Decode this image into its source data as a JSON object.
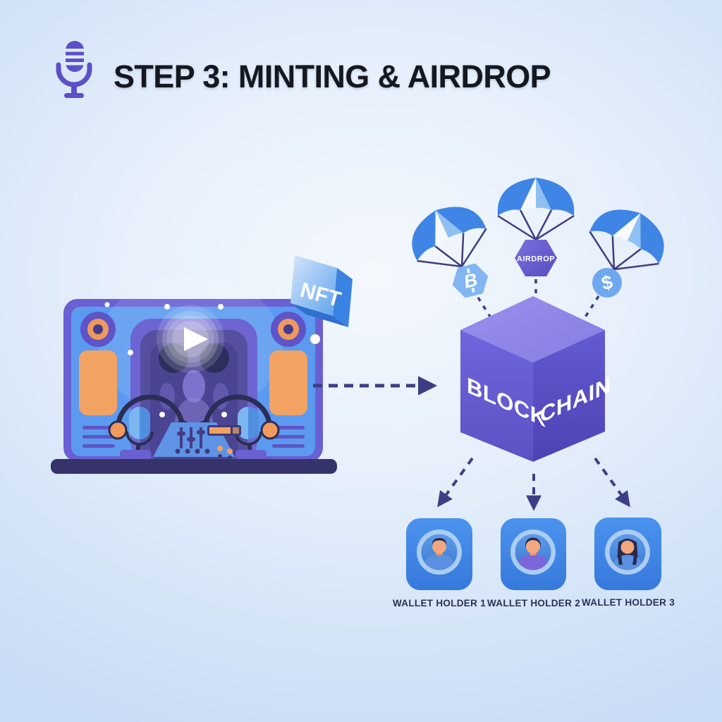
{
  "title": {
    "text": "STEP 3: MINTING & AIRDROP"
  },
  "diagram": {
    "nft_label": "NFT",
    "parachutes": [
      {
        "payload": "bitcoin-hexagon",
        "symbol": "B"
      },
      {
        "payload": "airdrop-hexagon",
        "label": "AIRDROP"
      },
      {
        "payload": "dollar-coin",
        "symbol": "$"
      }
    ],
    "blockchain": {
      "left_face": "BLOCK",
      "right_face": "CHAIN"
    },
    "wallets": [
      {
        "label": "WALLET HOLDER 1"
      },
      {
        "label": "WALLET HOLDER 2"
      },
      {
        "label": "WALLET HOLDER 3"
      }
    ]
  },
  "colors": {
    "background": "#d9e7f9",
    "accent_purple": "#5b50c8",
    "cube_purple": "#6158c9",
    "parachute_blue": "#3e85e5",
    "card_blue": "#3f87e8",
    "orange": "#f2a263",
    "navy": "#36336a",
    "title_text": "#15181f",
    "wallet_label_text": "#2b3057"
  }
}
